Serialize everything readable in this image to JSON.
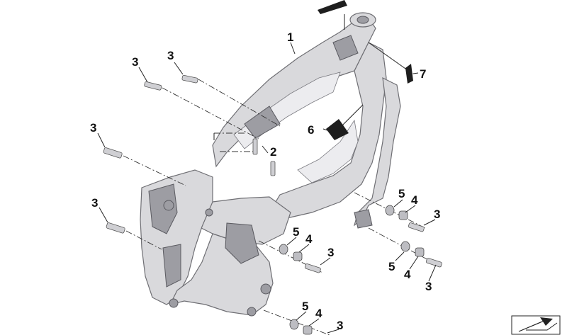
{
  "callouts": {
    "c1": "1",
    "c2": "2",
    "c3": "3",
    "c4": "4",
    "c5": "5",
    "c6": "6",
    "c7": "7"
  },
  "icons": {
    "corner_symbol": "arrow-ne-icon"
  },
  "colors": {
    "frame_main": "#d9d9dc",
    "frame_shadow": "#9d9da3",
    "line": "#222222"
  }
}
